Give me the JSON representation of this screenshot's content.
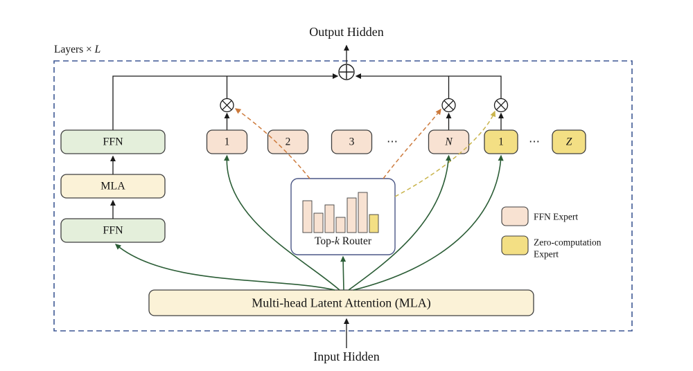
{
  "diagram": {
    "output_label": "Output Hidden",
    "input_label": "Input Hidden",
    "layers_prefix": "Layers × ",
    "layers_var": "L",
    "left_stack": {
      "ffn_top": "FFN",
      "mla": "MLA",
      "ffn_bottom": "FFN"
    },
    "mla_bar": "Multi-head Latent Attention (MLA)",
    "router": {
      "prefix": "Top-",
      "k_var": "k",
      "suffix": " Router"
    },
    "ffn_expert_labels": [
      "1",
      "2",
      "3",
      "N"
    ],
    "zero_expert_labels": [
      "1",
      "Z"
    ],
    "dots": "⋯",
    "legend": {
      "ffn_label": "FFN Expert",
      "zero_label_line1": "Zero-computation",
      "zero_label_line2": "Expert"
    }
  },
  "router_chart": {
    "bar_heights": [
      46,
      28,
      40,
      22,
      50,
      58,
      26
    ],
    "bar_types": [
      "ffn",
      "ffn",
      "ffn",
      "ffn",
      "ffn",
      "ffn",
      "zero"
    ]
  },
  "colors": {
    "ffn_expert_fill": "#F8E2D2",
    "zero_expert_fill": "#F3DF84",
    "green_fill": "#E4EFDB",
    "cream_fill": "#FBF2D7",
    "outer_border": "#3C5693",
    "router_border": "#4A5685",
    "box_stroke": "#3F3F3F",
    "arrow_black": "#1A1A1A",
    "arrow_green": "#2B5D36",
    "dash_orange": "#CC7A3C",
    "dash_yellow": "#C9B44C"
  }
}
